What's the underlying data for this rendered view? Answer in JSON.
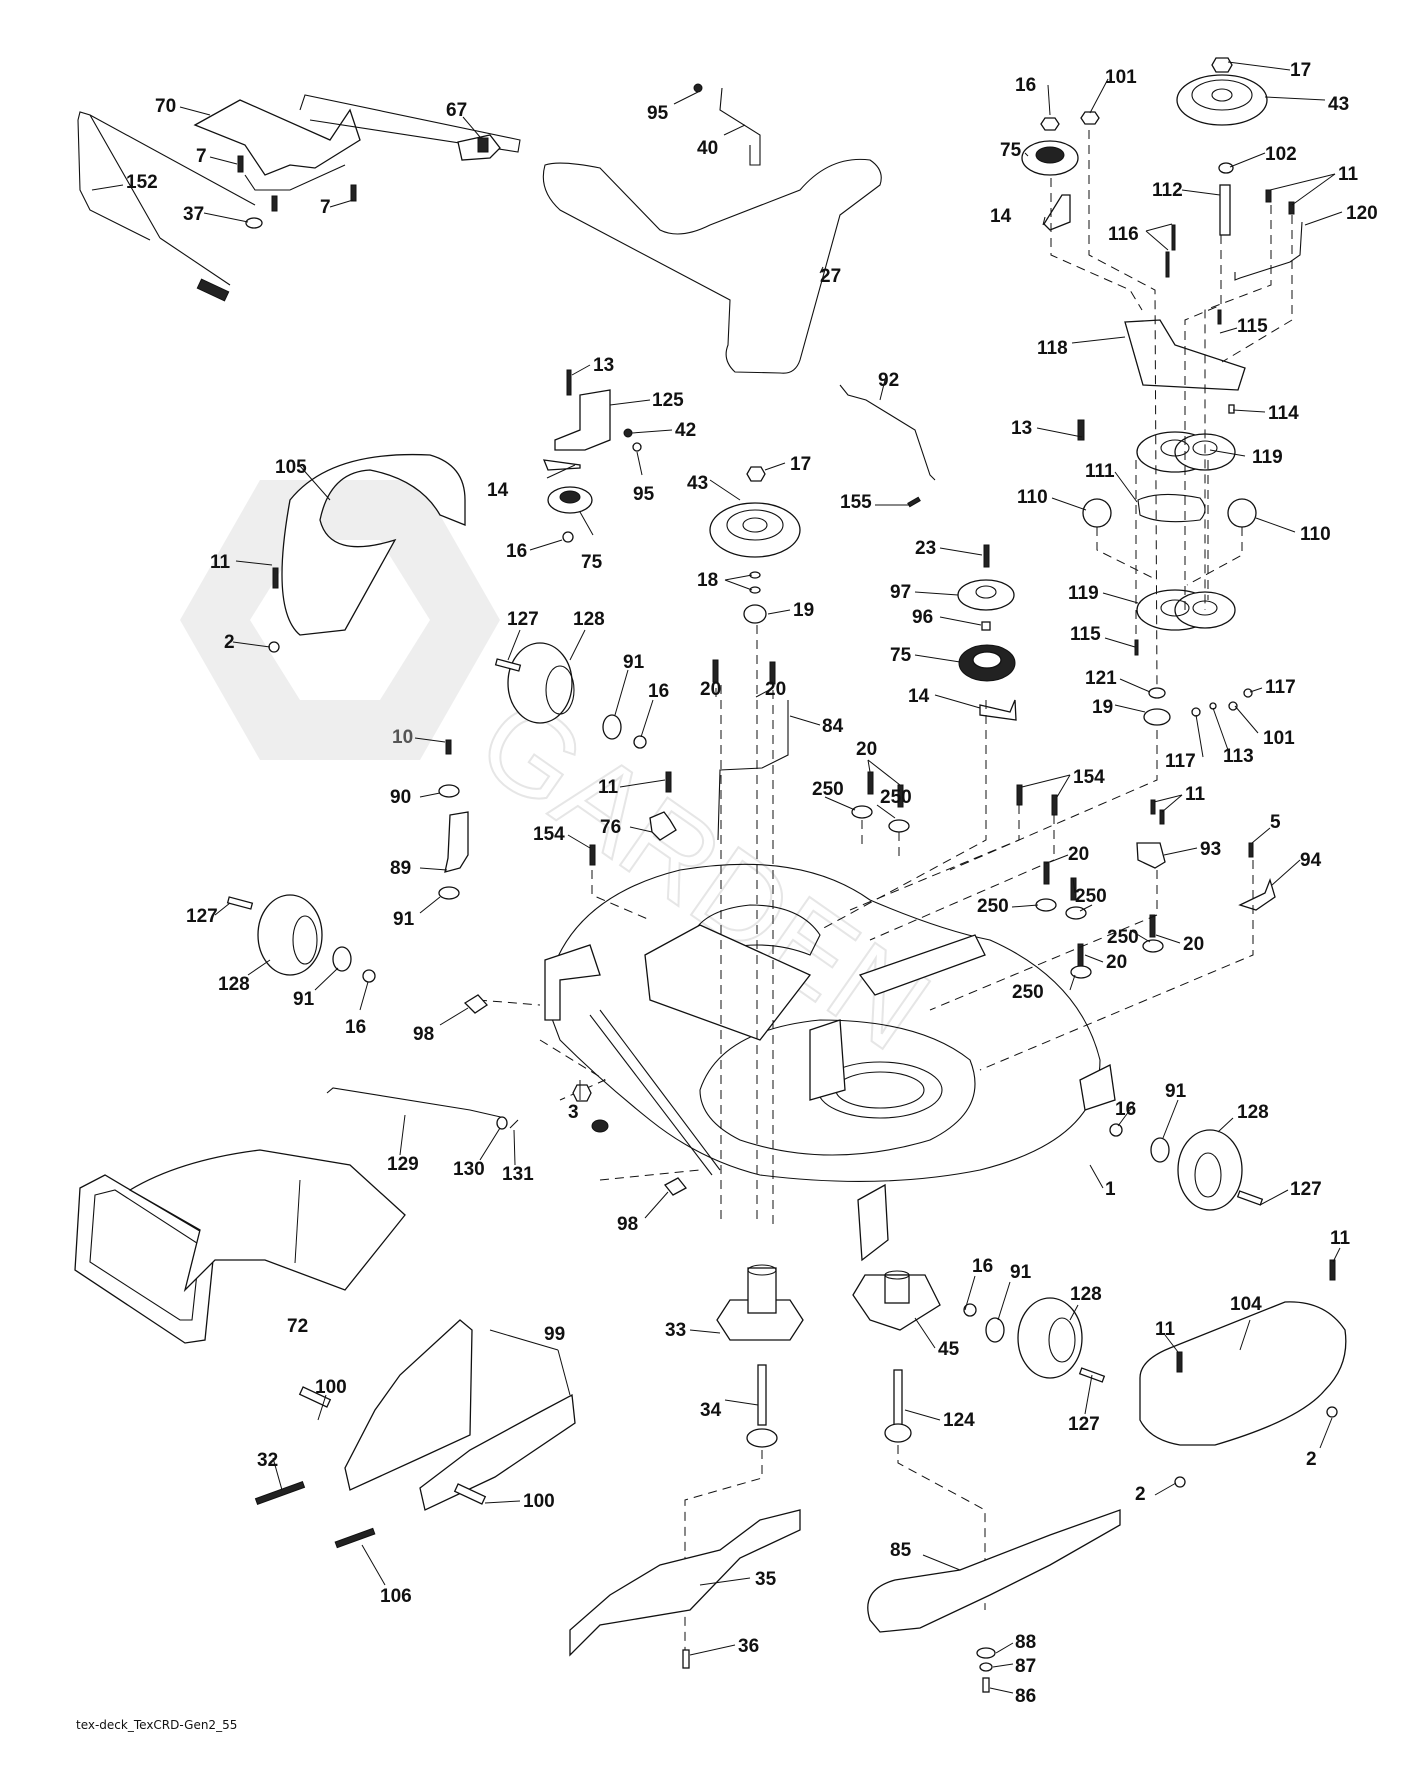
{
  "diagram": {
    "title": "Mower deck exploded parts diagram",
    "footer_code": "tex-deck_TexCRD-Gen2_55",
    "watermark_text": "GARDEN",
    "callouts": [
      {
        "id": "c70",
        "label": "70"
      },
      {
        "id": "c67",
        "label": "67"
      },
      {
        "id": "c7a",
        "label": "7"
      },
      {
        "id": "c7b",
        "label": "7"
      },
      {
        "id": "c152",
        "label": "152"
      },
      {
        "id": "c37",
        "label": "37"
      },
      {
        "id": "c95a",
        "label": "95"
      },
      {
        "id": "c40",
        "label": "40"
      },
      {
        "id": "c27",
        "label": "27"
      },
      {
        "id": "c16a",
        "label": "16"
      },
      {
        "id": "c101a",
        "label": "101"
      },
      {
        "id": "c17a",
        "label": "17"
      },
      {
        "id": "c43a",
        "label": "43"
      },
      {
        "id": "c75a",
        "label": "75"
      },
      {
        "id": "c102",
        "label": "102"
      },
      {
        "id": "c112",
        "label": "112"
      },
      {
        "id": "c11a",
        "label": "11"
      },
      {
        "id": "c14a",
        "label": "14"
      },
      {
        "id": "c116",
        "label": "116"
      },
      {
        "id": "c120",
        "label": "120"
      },
      {
        "id": "c115a",
        "label": "115"
      },
      {
        "id": "c118",
        "label": "118"
      },
      {
        "id": "c13b",
        "label": "13"
      },
      {
        "id": "c114",
        "label": "114"
      },
      {
        "id": "c119a",
        "label": "119"
      },
      {
        "id": "c111",
        "label": "111"
      },
      {
        "id": "c110a",
        "label": "110"
      },
      {
        "id": "c110b",
        "label": "110"
      },
      {
        "id": "c119b",
        "label": "119"
      },
      {
        "id": "c115b",
        "label": "115"
      },
      {
        "id": "c121",
        "label": "121"
      },
      {
        "id": "c117a",
        "label": "117"
      },
      {
        "id": "c19b",
        "label": "19"
      },
      {
        "id": "c101b",
        "label": "101"
      },
      {
        "id": "c117b",
        "label": "117"
      },
      {
        "id": "c113",
        "label": "113"
      },
      {
        "id": "c13a",
        "label": "13"
      },
      {
        "id": "c125",
        "label": "125"
      },
      {
        "id": "c42",
        "label": "42"
      },
      {
        "id": "c14b",
        "label": "14"
      },
      {
        "id": "c95b",
        "label": "95"
      },
      {
        "id": "c16b",
        "label": "16"
      },
      {
        "id": "c75b",
        "label": "75"
      },
      {
        "id": "c92",
        "label": "92"
      },
      {
        "id": "c155",
        "label": "155"
      },
      {
        "id": "c43b",
        "label": "43"
      },
      {
        "id": "c17b",
        "label": "17"
      },
      {
        "id": "c18",
        "label": "18"
      },
      {
        "id": "c19a",
        "label": "19"
      },
      {
        "id": "c23",
        "label": "23"
      },
      {
        "id": "c97",
        "label": "97"
      },
      {
        "id": "c96",
        "label": "96"
      },
      {
        "id": "c75c",
        "label": "75"
      },
      {
        "id": "c14c",
        "label": "14"
      },
      {
        "id": "c105",
        "label": "105"
      },
      {
        "id": "c11b",
        "label": "11"
      },
      {
        "id": "c2a",
        "label": "2"
      },
      {
        "id": "c127a",
        "label": "127"
      },
      {
        "id": "c128a",
        "label": "128"
      },
      {
        "id": "c91a",
        "label": "91"
      },
      {
        "id": "c16c",
        "label": "16"
      },
      {
        "id": "c20a",
        "label": "20"
      },
      {
        "id": "c20b",
        "label": "20"
      },
      {
        "id": "c84",
        "label": "84"
      },
      {
        "id": "c10",
        "label": "10"
      },
      {
        "id": "c90",
        "label": "90"
      },
      {
        "id": "c89",
        "label": "89"
      },
      {
        "id": "c91b",
        "label": "91"
      },
      {
        "id": "c11c",
        "label": "11"
      },
      {
        "id": "c76",
        "label": "76"
      },
      {
        "id": "c154a",
        "label": "154"
      },
      {
        "id": "c20c",
        "label": "20"
      },
      {
        "id": "c250a",
        "label": "250"
      },
      {
        "id": "c250b",
        "label": "250"
      },
      {
        "id": "c154b",
        "label": "154"
      },
      {
        "id": "c11d",
        "label": "11"
      },
      {
        "id": "c93",
        "label": "93"
      },
      {
        "id": "c5",
        "label": "5"
      },
      {
        "id": "c94",
        "label": "94"
      },
      {
        "id": "c20d",
        "label": "20"
      },
      {
        "id": "c250c",
        "label": "250"
      },
      {
        "id": "c250d",
        "label": "250"
      },
      {
        "id": "c20e",
        "label": "20"
      },
      {
        "id": "c250e",
        "label": "250"
      },
      {
        "id": "c20f",
        "label": "20"
      },
      {
        "id": "c250f",
        "label": "250"
      },
      {
        "id": "c127b",
        "label": "127"
      },
      {
        "id": "c128b",
        "label": "128"
      },
      {
        "id": "c91c",
        "label": "91"
      },
      {
        "id": "c16d",
        "label": "16"
      },
      {
        "id": "c98a",
        "label": "98"
      },
      {
        "id": "c3",
        "label": "3"
      },
      {
        "id": "c129",
        "label": "129"
      },
      {
        "id": "c130",
        "label": "130"
      },
      {
        "id": "c131",
        "label": "131"
      },
      {
        "id": "c98b",
        "label": "98"
      },
      {
        "id": "c1",
        "label": "1"
      },
      {
        "id": "c16e",
        "label": "16"
      },
      {
        "id": "c91d",
        "label": "91"
      },
      {
        "id": "c128c",
        "label": "128"
      },
      {
        "id": "c127c",
        "label": "127"
      },
      {
        "id": "c72",
        "label": "72"
      },
      {
        "id": "c99",
        "label": "99"
      },
      {
        "id": "c100a",
        "label": "100"
      },
      {
        "id": "c100b",
        "label": "100"
      },
      {
        "id": "c32",
        "label": "32"
      },
      {
        "id": "c106",
        "label": "106"
      },
      {
        "id": "c33",
        "label": "33"
      },
      {
        "id": "c34",
        "label": "34"
      },
      {
        "id": "c45",
        "label": "45"
      },
      {
        "id": "c124",
        "label": "124"
      },
      {
        "id": "c16f",
        "label": "16"
      },
      {
        "id": "c91e",
        "label": "91"
      },
      {
        "id": "c128d",
        "label": "128"
      },
      {
        "id": "c127d",
        "label": "127"
      },
      {
        "id": "c11e",
        "label": "11"
      },
      {
        "id": "c104",
        "label": "104"
      },
      {
        "id": "c11f",
        "label": "11"
      },
      {
        "id": "c2b",
        "label": "2"
      },
      {
        "id": "c2c",
        "label": "2"
      },
      {
        "id": "c35",
        "label": "35"
      },
      {
        "id": "c36",
        "label": "36"
      },
      {
        "id": "c85",
        "label": "85"
      },
      {
        "id": "c88",
        "label": "88"
      },
      {
        "id": "c87",
        "label": "87"
      },
      {
        "id": "c86",
        "label": "86"
      }
    ]
  }
}
